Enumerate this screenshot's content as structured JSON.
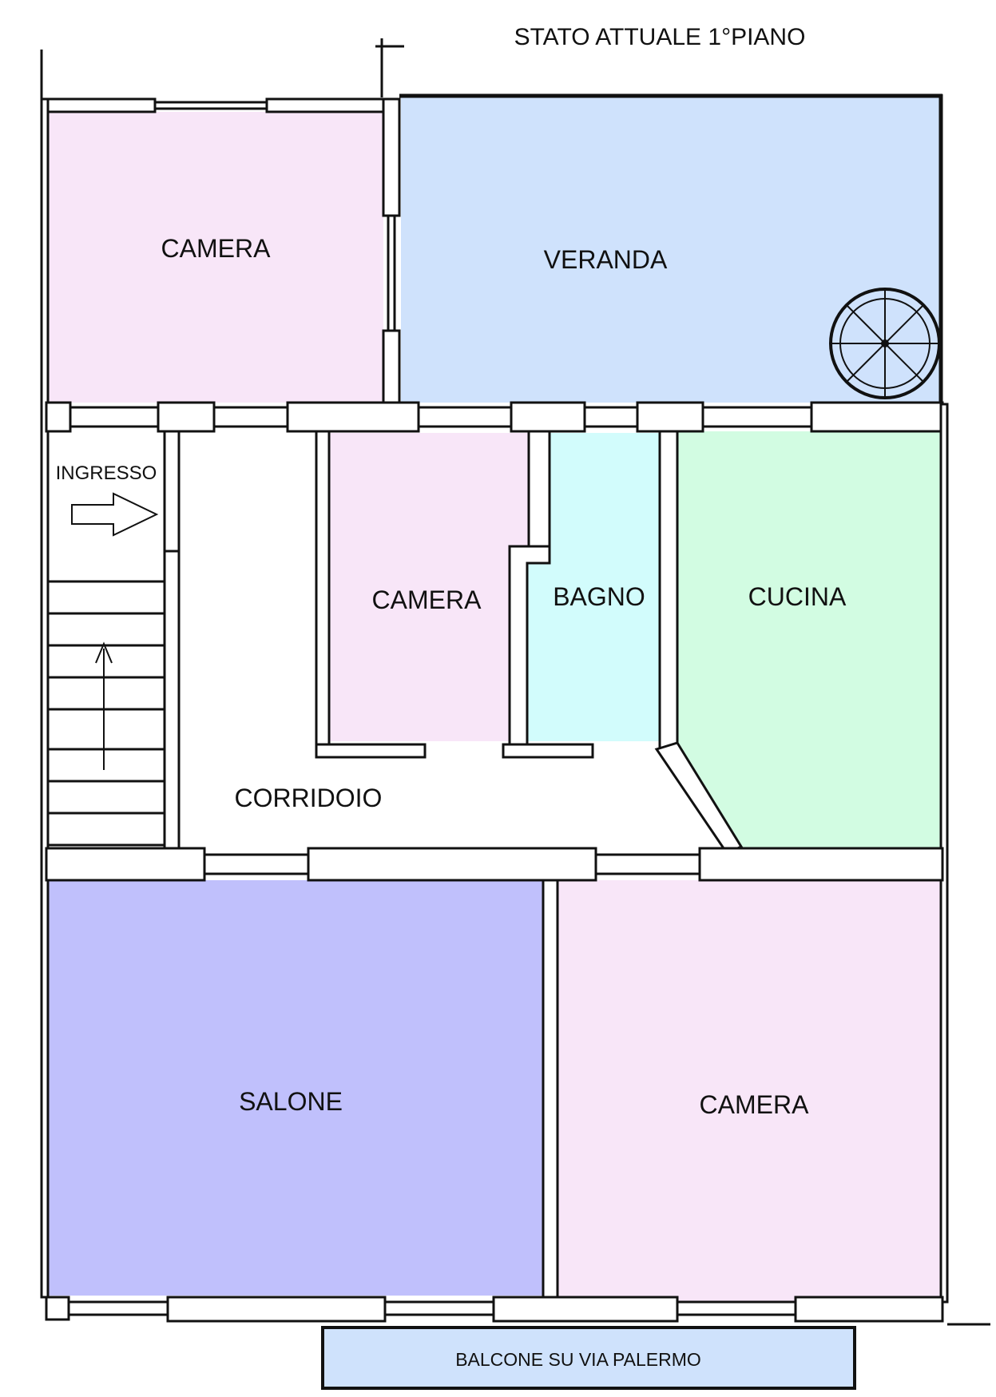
{
  "title": "STATO ATTUALE 1°PIANO",
  "colors": {
    "camera": "#f8e6f8",
    "veranda": "#cfe2fc",
    "bagno": "#d2fcfc",
    "cucina": "#d2fce2",
    "salone": "#c0c0fc",
    "balcone": "#cfe2fc",
    "wall": "#111111"
  },
  "rooms": {
    "camera_nw": "CAMERA",
    "veranda": "VERANDA",
    "ingresso": "INGRESSO",
    "camera_center": "CAMERA",
    "bagno": "BAGNO",
    "cucina": "CUCINA",
    "corridoio": "CORRIDOIO",
    "salone": "SALONE",
    "camera_se": "CAMERA",
    "balcone": "BALCONE SU VIA PALERMO"
  },
  "icons": {
    "entry_arrow": "entry-arrow-icon",
    "spiral_stair": "spiral-staircase-icon",
    "stair_arrow": "stair-up-arrow-icon"
  }
}
